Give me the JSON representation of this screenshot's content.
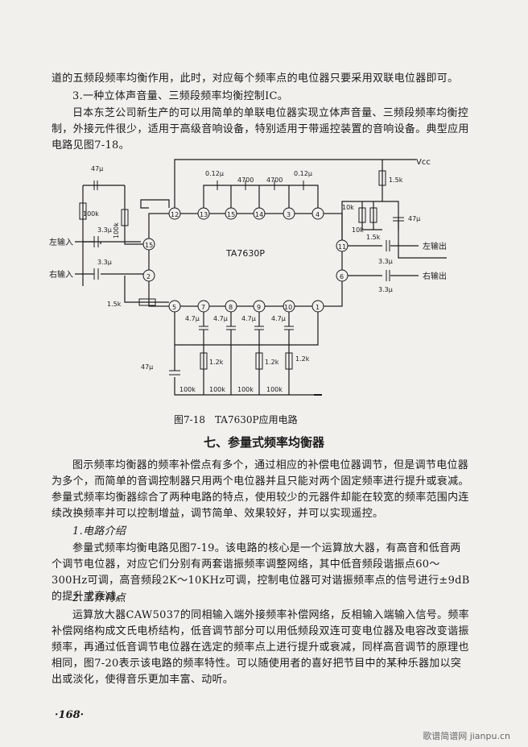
{
  "text": {
    "p1": "道的五频段频率均衡作用，此时，对应每个频率点的电位器只要采用双联电位器即可。",
    "p2": "3.一种立体声音量、三频段频率均衡控制IC。",
    "p3": "日本东芝公司新生产的可以用简单的单联电位器实现立体声音量、三频段频率均衡控制，外接元件很少，适用于高级音响设备，特别适用于带遥控装置的音响设备。典型应用电路见图7-18。",
    "fig_caption": "图7-18　TA7630P应用电路",
    "section_title": "七、参量式频率均衡器",
    "p4": "图示频率均衡器的频率补偿点有多个，通过相应的补偿电位器调节，但是调节电位器为多个，而简单的音调控制器只用两个电位器并且只能对两个固定频率进行提升或衰减。参量式频率均衡器综合了两种电路的特点，使用较少的元器件却能在较宽的频率范围内连续改换频率并可以控制增益，调节简单、效果较好，并可以实现遥控。",
    "h1": "1.电路介绍",
    "p5": "参量式频率均衡电路见图7-19。该电路的核心是一个运算放大器，有高音和低音两个调节电位器，对应它们分别有两套谐振频率调整网络，其中低音频段谐振点60～300Hz可调，高音频段2K～10KHz可调，控制电位器可对谐振频率点的信号进行±9dB的提升或衰减。",
    "h2": "2.工作特点",
    "p6": "运算放大器CAW5037的同相输入端外接频率补偿网络，反相输入端输入信号。频率补偿网络构成文氏电桥结构，低音调节部分可以用低频段双连可变电位器及电容改变谐振频率，再通过低音调节电位器在选定的频率点上进行提升或衰减，同样高音调节的原理也相同，图7-20表示该电路的频率特性。可以随使用者的喜好把节目中的某种乐器加以突出或淡化，使得音乐更加丰富、动听。",
    "page_number": "·168·",
    "watermark": "歌谱简谱网 jianpu.cn"
  },
  "circuit": {
    "ic_label": "TA7630P",
    "vcc": "Vcc",
    "left_in": "左输入",
    "right_in": "右输入",
    "left_out": "左输出",
    "right_out": "右输出",
    "top_pins": [
      "12",
      "13",
      "15",
      "14",
      "3",
      "4"
    ],
    "left_pins": [
      "15",
      "2"
    ],
    "right_pins": [
      "11",
      "6"
    ],
    "bottom_pins": [
      "5",
      "7",
      "8",
      "9",
      "10",
      "1"
    ],
    "labels": {
      "c47u_top": "47μ",
      "r100k_a": "100k",
      "r100k_b": "100k",
      "c33u_a": "3.3μ",
      "c33u_b": "3.3μ",
      "r15k_left": "1.5k",
      "c012_a": "0.12μ",
      "c4700_a": "4700",
      "c4700_b": "4700",
      "c012_b": "0.12μ",
      "r15k_right": "1.5k",
      "r10k_a": "10k",
      "r10k_b": "10k",
      "r15k_r2": "1.5k",
      "c47u_right": "47μ",
      "c33u_out1": "3.3μ",
      "c33u_out2": "3.3μ",
      "c47u_1": "4.7μ",
      "c47u_2": "4.7μ",
      "c47u_3": "4.7μ",
      "c47u_4": "4.7μ",
      "c47u_bottom": "47μ",
      "r12k_a": "1.2k",
      "r12k_b": "1.2k",
      "r12k_c": "1.2k",
      "r100k_1": "100k",
      "r100k_2": "100k",
      "r100k_3": "100k",
      "r100k_4": "100k"
    }
  }
}
